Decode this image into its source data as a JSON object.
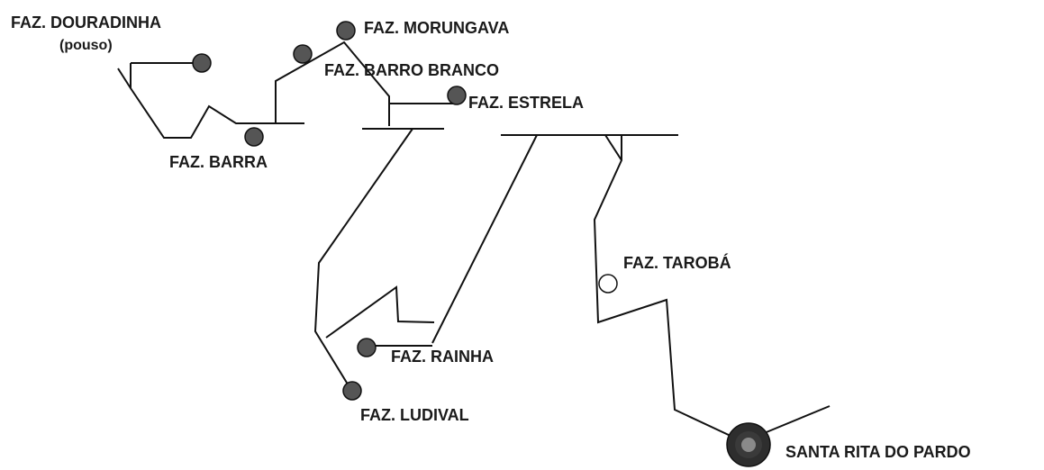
{
  "colors": {
    "background": "#ffffff",
    "line": "#111111",
    "farm_fill": "#555555",
    "open_fill": "#ffffff",
    "town_ring": "#2e2e2e",
    "town_center": "#8a8a8a",
    "text": "#1a1a1a"
  },
  "places": {
    "douradinha": "FAZ. DOURADINHA",
    "douradinha_note": "(pouso)",
    "morungava": "FAZ. MORUNGAVA",
    "barro_branco": "FAZ. BARRO BRANCO",
    "estrela": "FAZ. ESTRELA",
    "barra": "FAZ. BARRA",
    "taroba": "FAZ. TAROBÁ",
    "rainha": "FAZ. RAINHA",
    "ludival": "FAZ. LUDIVAL",
    "santa_rita": "SANTA RITA DO PARDO"
  }
}
